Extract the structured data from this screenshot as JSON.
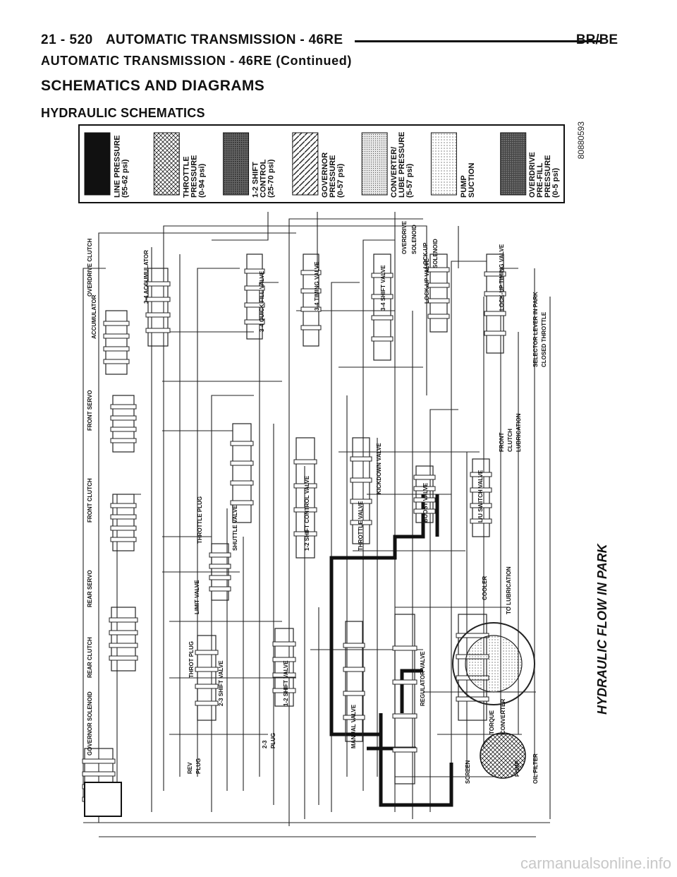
{
  "header": {
    "page_number": "21 - 520",
    "title": "AUTOMATIC TRANSMISSION - 46RE",
    "model": "BR/BE"
  },
  "continued_heading": "AUTOMATIC TRANSMISSION - 46RE (Continued)",
  "section_heading": "SCHEMATICS AND DIAGRAMS",
  "subsection_heading": "HYDRAULIC SCHEMATICS",
  "figure": {
    "figure_id": "80880593",
    "caption": "HYDRAULIC FLOW IN PARK",
    "legend": [
      {
        "lines": [
          "LINE PRESSURE",
          "(55-62 psi)"
        ],
        "pattern": "solid"
      },
      {
        "lines": [
          "THROTTLE",
          "PRESSURE",
          "(0-94 psi)"
        ],
        "pattern": "crosshatch"
      },
      {
        "lines": [
          "1-2 SHIFT",
          "CONTROL",
          "(25-70 psi)"
        ],
        "pattern": "dense-grid"
      },
      {
        "lines": [
          "GOVERNOR",
          "PRESSURE",
          "(0-57 psi)"
        ],
        "pattern": "diagonal"
      },
      {
        "lines": [
          "CONVERTER/",
          "LUBE PRESSURE",
          "(5-57 psi)"
        ],
        "pattern": "fine-dots"
      },
      {
        "lines": [
          "PUMP",
          "SUCTION"
        ],
        "pattern": "sparse-dots"
      },
      {
        "lines": [
          "OVERDRIVE",
          "PRE-FILL",
          "PRESSURE",
          "(0-5 psi)"
        ],
        "pattern": "dark-stipple"
      }
    ],
    "component_labels": [
      "OVERDRIVE CLUTCH",
      "3-4 ACCUMULATOR",
      "ACCUMULATOR",
      "FRONT SERVO",
      "FRONT CLUTCH",
      "REAR SERVO",
      "REAR CLUTCH",
      "GOVERNOR SOLENOID",
      "3-4 QUICK FILL VALVE",
      "3-4 TIMING VALVE",
      "3-4 SHIFT VALVE",
      "OVERDRIVE",
      "SOLENOID",
      "LOCK-UP VALVE",
      "LOCK-UP",
      "SOLENOID",
      "LOCK-UP TIMING VALVE",
      "SELECTOR LEVER IN PARK",
      "CLOSED THROTTLE",
      "SHUTTLE VALVE",
      "THROTTLE PLUG",
      "1-2 SHIFT CONTROL VALVE",
      "KICKDOWN VALVE",
      "THROTTLE VALVE",
      "BOOST VALVE",
      "L/U SWITCH VALVE",
      "FRONT",
      "CLUTCH",
      "LUBRICATION",
      "LIMIT VALVE",
      "THROT PLUG",
      "2-3 SHIFT VALVE",
      "1-2 SHIFT VALVE",
      "REGULATOR VALVE",
      "MANUAL VALVE",
      "COOLER",
      "TO LUBRICATION",
      "TORQUE",
      "CONVERTER",
      "SCREEN",
      "PUMP",
      "OIL FILTER",
      "2-3",
      "PLUG",
      "REV",
      "PLUG"
    ]
  },
  "watermark": "carmanualsonline.info"
}
